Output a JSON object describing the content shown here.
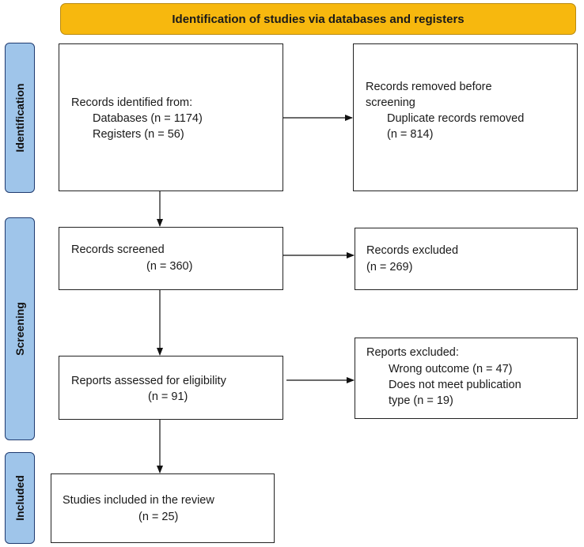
{
  "header": {
    "title": "Identification of studies via databases and registers"
  },
  "phases": {
    "identification": "Identification",
    "screening": "Screening",
    "included": "Included"
  },
  "boxes": {
    "records_identified": {
      "lines": [
        "Records identified from:",
        "Databases (n = 1174)",
        "Registers (n = 56)"
      ]
    },
    "records_removed": {
      "lines": [
        "Records removed before",
        "screening",
        "Duplicate records removed",
        "(n = 814)"
      ]
    },
    "records_screened": {
      "lines": [
        "Records screened",
        "(n = 360)"
      ]
    },
    "records_excluded": {
      "lines": [
        "Records excluded",
        "(n = 269)"
      ]
    },
    "reports_assessed": {
      "lines": [
        "Reports assessed for eligibility",
        "(n = 91)"
      ]
    },
    "reports_excluded": {
      "lines": [
        "Reports excluded:",
        "Wrong outcome (n = 47)",
        "Does not meet publication",
        "type (n = 19)"
      ]
    },
    "studies_included": {
      "lines": [
        "Studies included in the review",
        "(n = 25)"
      ]
    }
  },
  "colors": {
    "header_fill": "#f7b80e",
    "phase_fill": "#9fc5ea",
    "phase_border": "#1f3b70"
  }
}
